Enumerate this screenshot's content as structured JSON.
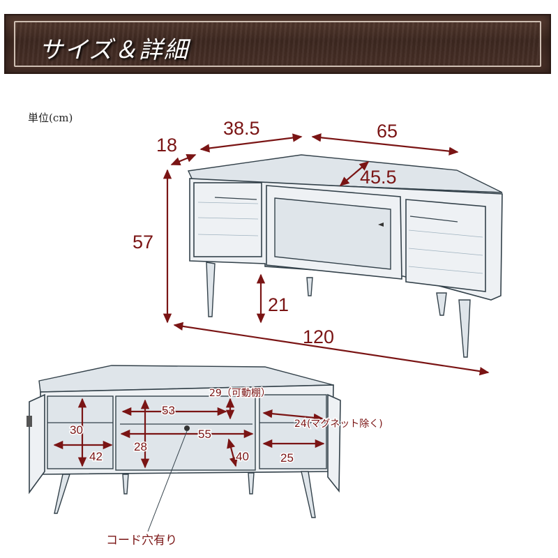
{
  "banner": {
    "title": "サイズ＆詳細"
  },
  "unit": "単位(cm)",
  "dimensions": {
    "depth_side": "18",
    "left_width": "38.5",
    "right_width": "65",
    "center_depth": "45.5",
    "height": "57",
    "leg_height": "21",
    "total_width": "120"
  },
  "interior": {
    "shelf_width": "29（可動棚）",
    "inner_width_upper": "53",
    "side_note": "24(マグネット除く)",
    "left_upper_height": "30",
    "center_height": "28",
    "inner_width_lower": "55",
    "left_lower_height": "42",
    "center_depth": "40",
    "right_lower": "25"
  },
  "cord_label": "コード穴有り",
  "colors": {
    "dimension": "#7a1414",
    "banner": "#3d2820",
    "outline": "#33414a"
  }
}
